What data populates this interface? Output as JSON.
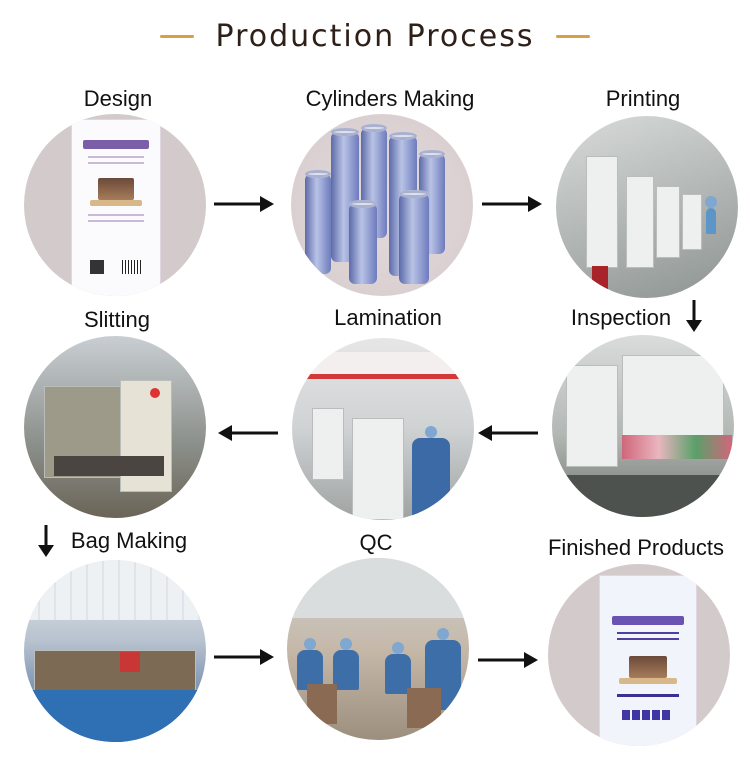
{
  "header": {
    "title": "Production Process",
    "accent_color": "#d9a043"
  },
  "steps": [
    {
      "id": "design",
      "label": "Design",
      "image": "design-artwork-packaging-proof"
    },
    {
      "id": "cylinders",
      "label": "Cylinders Making",
      "image": "printing-cylinder-rolls"
    },
    {
      "id": "printing",
      "label": "Printing",
      "image": "rotogravure-printing-line"
    },
    {
      "id": "inspection",
      "label": "Inspection",
      "image": "inspection-machine"
    },
    {
      "id": "lamination",
      "label": "Lamination",
      "image": "lamination-machine-operator"
    },
    {
      "id": "slitting",
      "label": "Slitting",
      "image": "slitting-machine"
    },
    {
      "id": "bag_making",
      "label": "Bag Making",
      "image": "bag-making-workshop"
    },
    {
      "id": "qc",
      "label": "QC",
      "image": "quality-control-workers"
    },
    {
      "id": "finished",
      "label": "Finished Products",
      "image": "finished-stand-up-pouch"
    }
  ],
  "arrows": {
    "right": "→",
    "left": "←",
    "down": "↓"
  }
}
